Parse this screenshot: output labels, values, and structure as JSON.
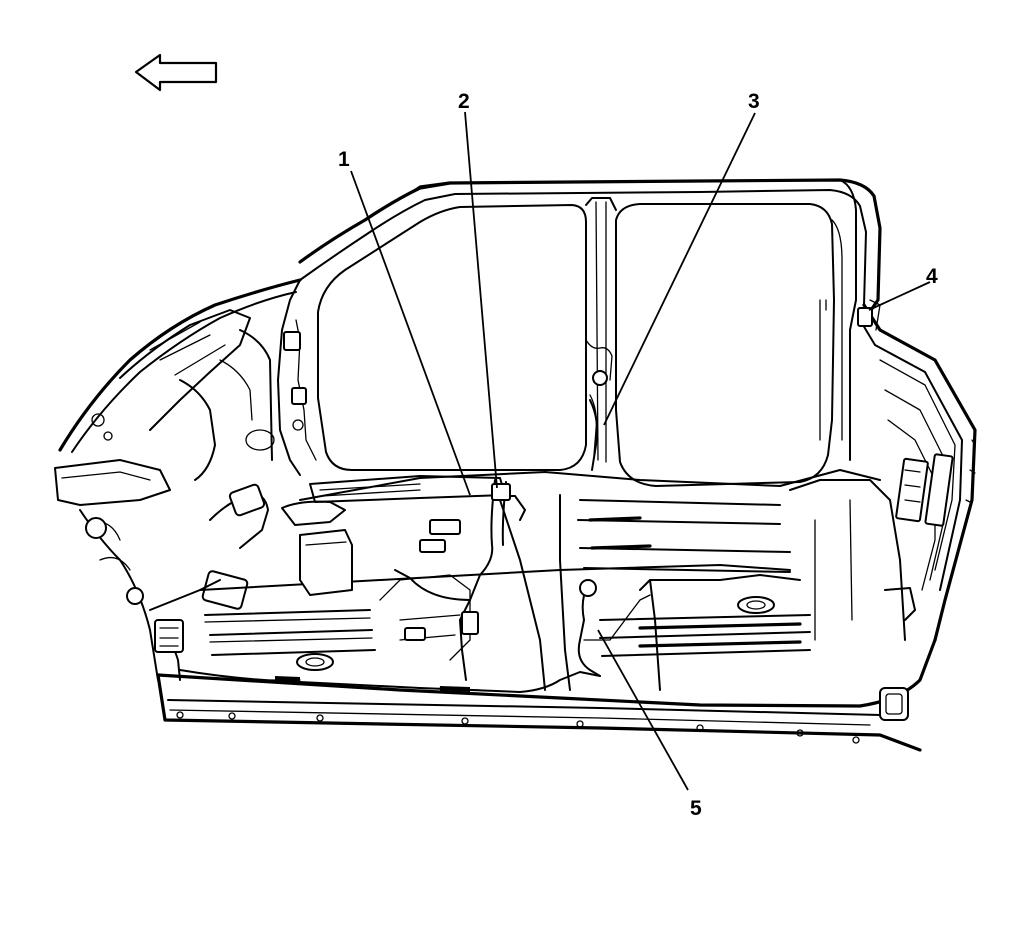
{
  "diagram": {
    "callouts": [
      {
        "id": "callout-1",
        "label": "1"
      },
      {
        "id": "callout-2",
        "label": "2"
      },
      {
        "id": "callout-3",
        "label": "3"
      },
      {
        "id": "callout-4",
        "label": "4"
      },
      {
        "id": "callout-5",
        "label": "5"
      }
    ],
    "direction_arrow": "arrow-left-icon",
    "colors": {
      "line": "#000000",
      "background": "#ffffff"
    }
  }
}
